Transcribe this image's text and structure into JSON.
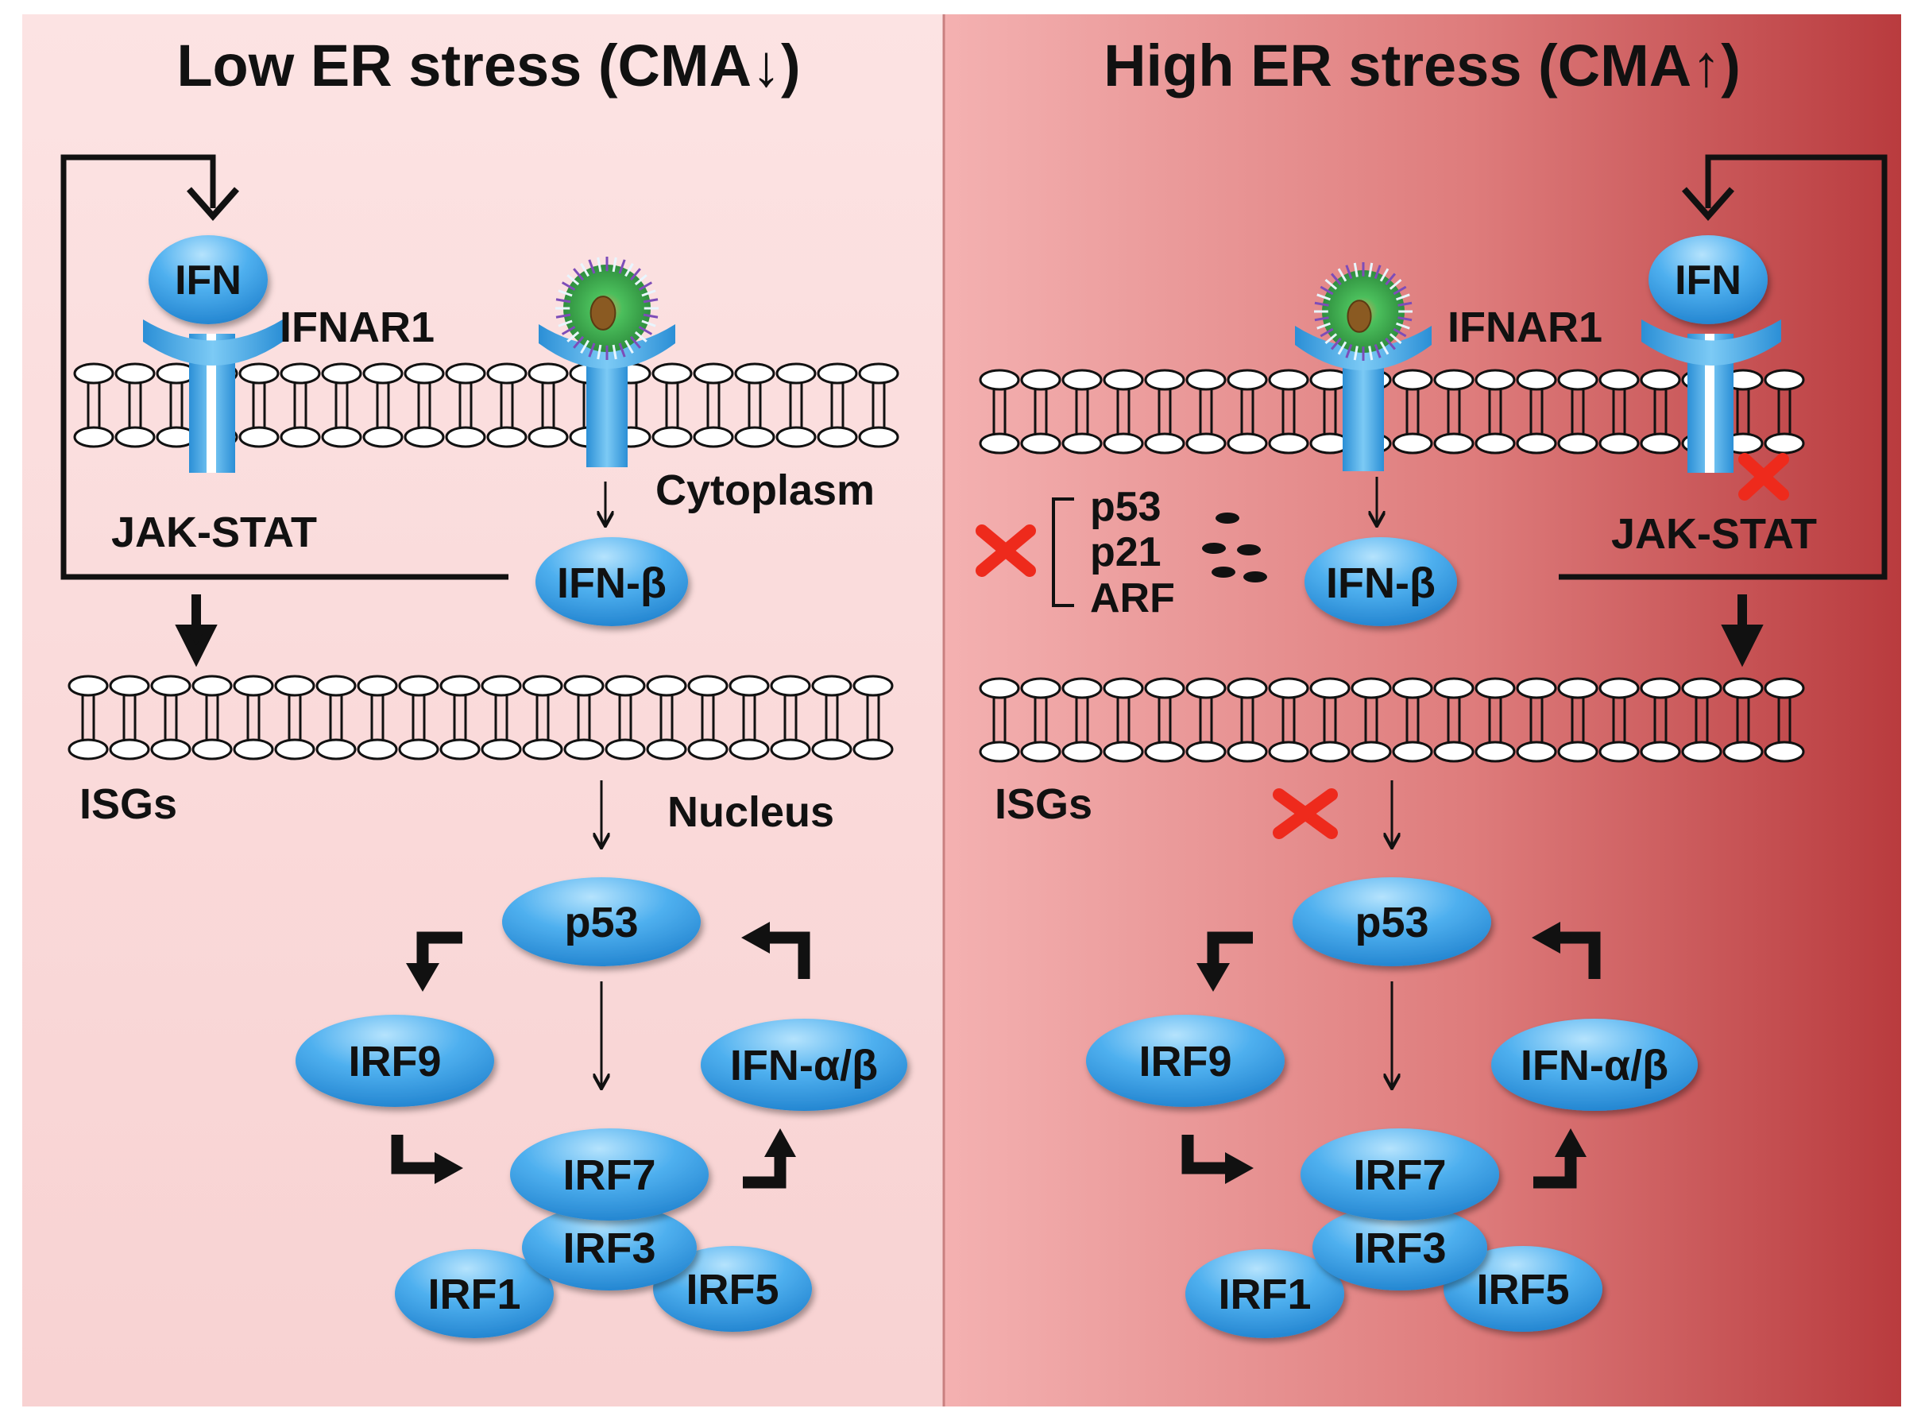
{
  "panels": {
    "left": {
      "title": "Low ER stress (CMA↓)",
      "labels": {
        "ifn": "IFN",
        "ifnar1": "IFNAR1",
        "jak_stat": "JAK-STAT",
        "cytoplasm": "Cytoplasm",
        "ifn_beta": "IFN-β",
        "isgs": "ISGs",
        "nucleus": "Nucleus"
      },
      "nodes": {
        "p53": "p53",
        "irf9": "IRF9",
        "ifn_ab": "IFN-α/β",
        "irf7": "IRF7",
        "irf3": "IRF3",
        "irf1": "IRF1",
        "irf5": "IRF5"
      }
    },
    "right": {
      "title": "High ER stress (CMA↑)",
      "labels": {
        "ifn": "IFN",
        "ifnar1": "IFNAR1",
        "jak_stat": "JAK-STAT",
        "ifn_beta": "IFN-β",
        "isgs": "ISGs",
        "p53_small": "p53",
        "p21": "p21",
        "arf": "ARF"
      },
      "nodes": {
        "p53": "p53",
        "irf9": "IRF9",
        "ifn_ab": "IFN-α/β",
        "irf7": "IRF7",
        "irf3": "IRF3",
        "irf1": "IRF1",
        "irf5": "IRF5"
      }
    }
  },
  "colors": {
    "left_bg": "#fbe0e0",
    "right_bg_start": "#f2a9a9",
    "right_bg_end": "#bb3e40",
    "node_fill": "#3a9ee2",
    "node_highlight": "#a9dcfb",
    "receptor": "#4eaee6",
    "inhibit_mark": "#ee2a1c"
  }
}
